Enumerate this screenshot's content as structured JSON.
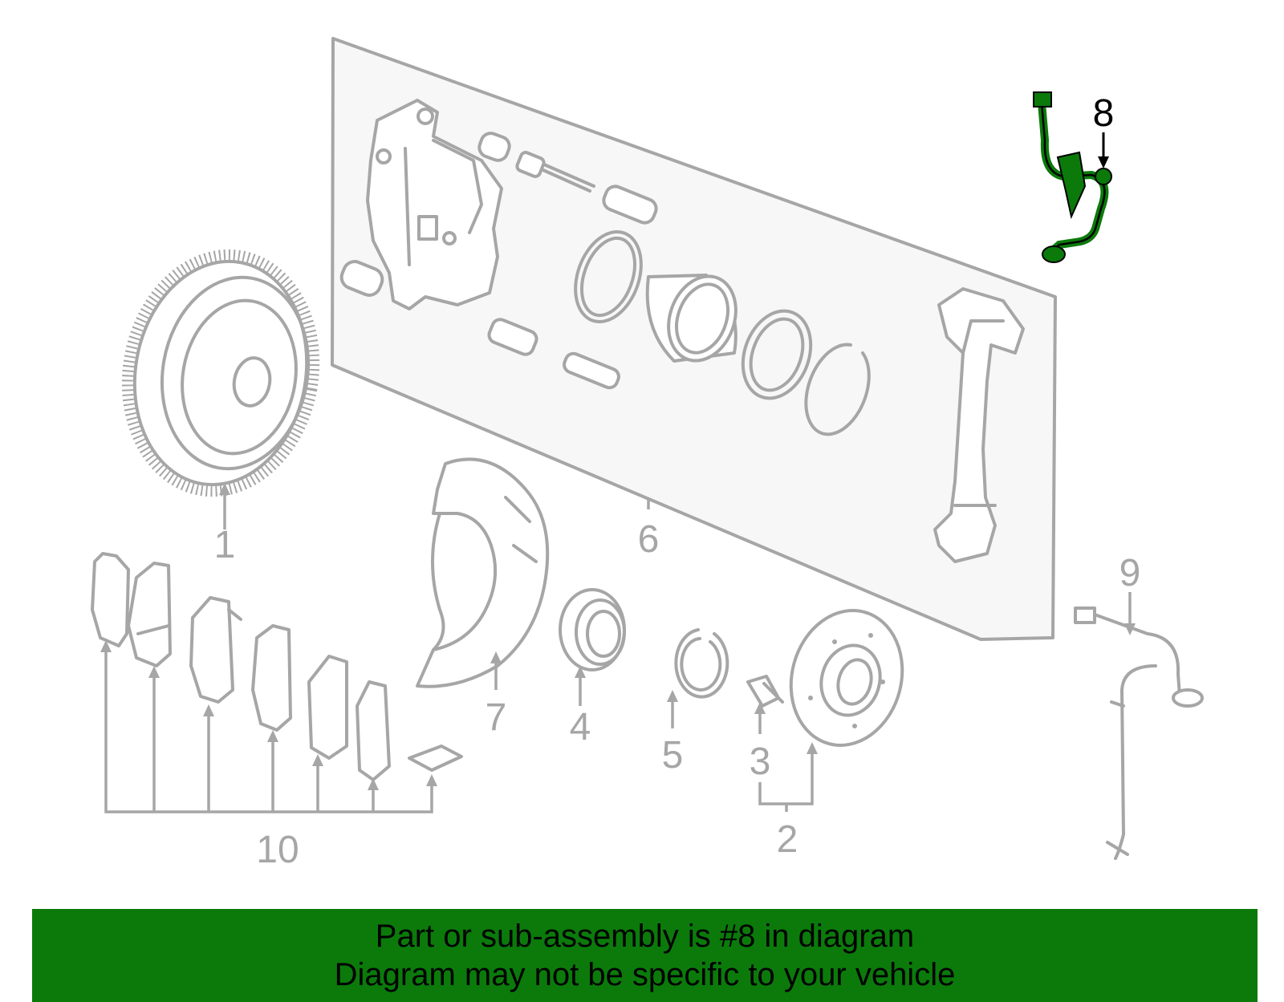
{
  "callouts": {
    "n1": "1",
    "n2": "2",
    "n3": "3",
    "n4": "4",
    "n5": "5",
    "n6": "6",
    "n7": "7",
    "n8": "8",
    "n9": "9",
    "n10": "10"
  },
  "highlighted_part": "8",
  "banner": {
    "line1": "Part or sub-assembly is #8 in diagram",
    "line2": "Diagram may not be specific to your vehicle"
  },
  "colors": {
    "line_gray": "#a6a6a6",
    "panel_fill": "#f7f7f7",
    "highlight_green": "#0b7a0b",
    "banner_green": "#0b7a0b"
  }
}
